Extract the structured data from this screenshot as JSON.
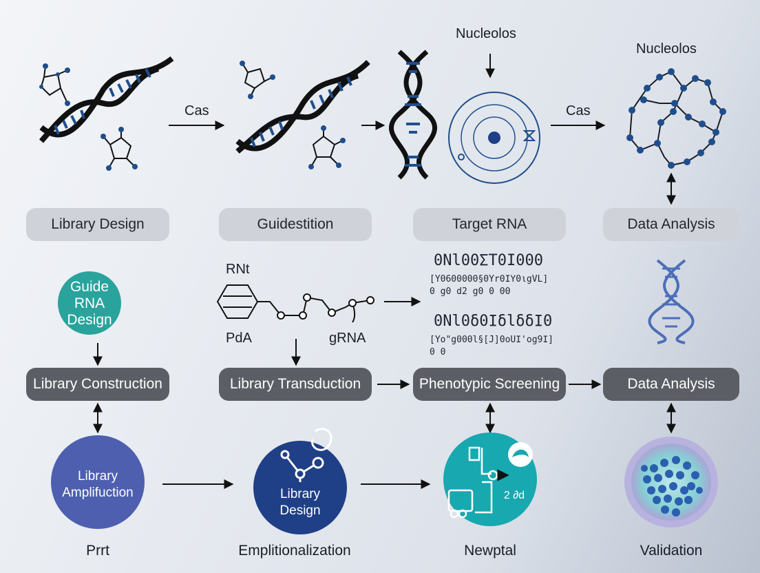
{
  "top_row": {
    "arrow_label_1": "Cas",
    "nucleolus_label_1": "Nucleolos",
    "arrow_label_2": "Cas",
    "nucleolus_label_2": "Nucleolos"
  },
  "stage_pills": [
    {
      "label": "Library Design"
    },
    {
      "label": "Guidestition"
    },
    {
      "label": "Target RNA"
    },
    {
      "label": "Data Analysis"
    }
  ],
  "middle_row": {
    "guide_circle": "Guide RNA Design",
    "molecule_labels": {
      "top": "RNt",
      "bottom_left": "PdA",
      "bottom_right": "gRNA"
    },
    "sequence_block_1": {
      "line1": "0Nl00ΣT0I000",
      "line2": "[Y0600000§0Yr0ΙΥ0ιgVL]",
      "line3": "0    g0   d2  g0    0    00"
    },
    "sequence_block_2": {
      "line1": "0Nl0δ0ΙδlδδΙ0",
      "line2": "[Yo\"g000l§[J]0oUΙ'og9Ι]",
      "line3": "0                              0"
    }
  },
  "process_pills": [
    {
      "label": "Library Construction"
    },
    {
      "label": "Library Transduction"
    },
    {
      "label": "Phenotypic Screening"
    },
    {
      "label": "Data Analysis"
    }
  ],
  "bottom_row": {
    "circle_1": "Library Amplifuction",
    "circle_2": "Library Design",
    "circle_3_text": "2 ∂d",
    "captions": [
      "Prrt",
      "Emplitionalization",
      "Newptal",
      "Validation"
    ]
  },
  "colors": {
    "dna_blue": "#1f4e8c",
    "teal": "#2aa39c",
    "indigo": "#4d5fae",
    "navy": "#1f3f86",
    "cyan": "#18a8b0",
    "cell_teal": "#3fa7a9",
    "pill_light": "#cfd2d8",
    "pill_dark": "#5b5e65"
  }
}
